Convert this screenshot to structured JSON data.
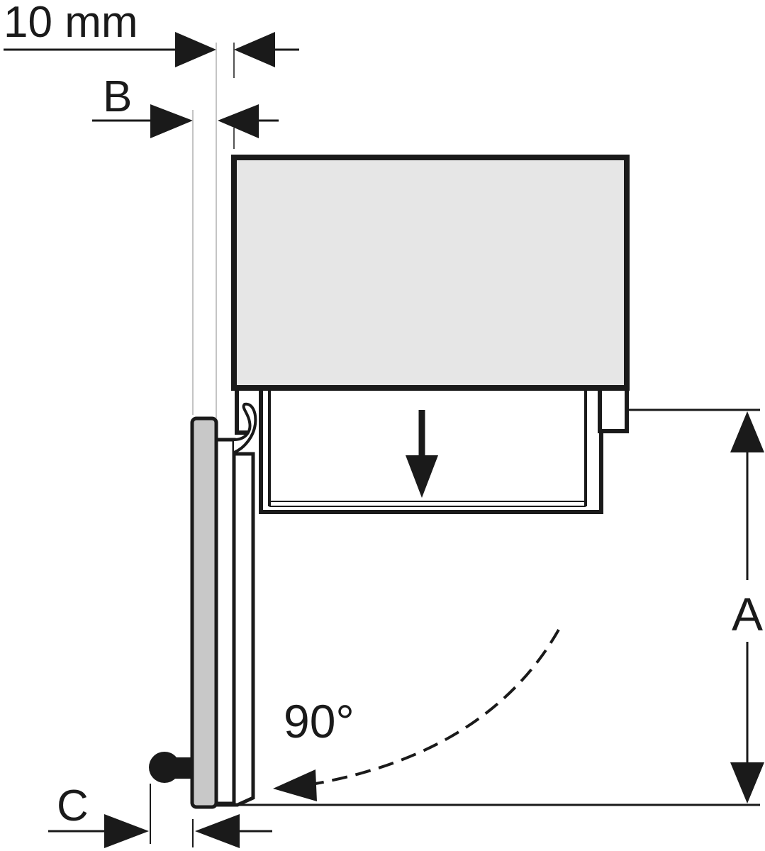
{
  "labels": {
    "gap_top": "10 mm",
    "b": "B",
    "a": "A",
    "c": "C",
    "angle": "90°"
  },
  "colors": {
    "ink": "#1a1a1a",
    "cabinet_fill": "#e6e6e6",
    "door_panel_fill": "#c8c8c8",
    "guide_line": "#b0b0b0"
  }
}
